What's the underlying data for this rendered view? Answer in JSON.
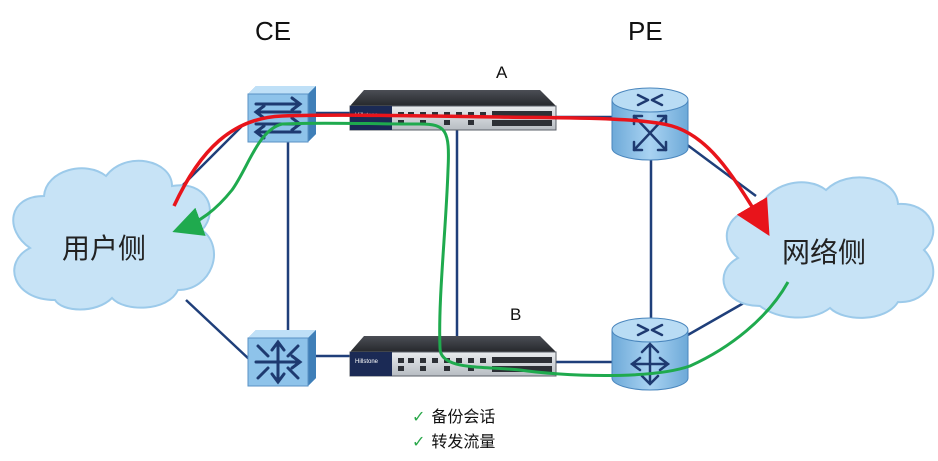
{
  "headers": {
    "ce": "CE",
    "pe": "PE"
  },
  "firewalls": {
    "a": {
      "label": "A",
      "brand": "Hillstone"
    },
    "b": {
      "label": "B",
      "brand": "Hillstone"
    }
  },
  "clouds": {
    "user_side": "用户侧",
    "network_side": "网络侧"
  },
  "legend": [
    {
      "icon": "check-icon",
      "text": "备份会话"
    },
    {
      "icon": "check-icon",
      "text": "转发流量"
    }
  ],
  "colors": {
    "link": "#1f3f7a",
    "device_fill": "#8ec3ea",
    "cloud_fill": "#c7e3f6",
    "cloud_stroke": "#9ccaea",
    "red_path": "#e8141b",
    "green_path": "#1faa4e"
  }
}
